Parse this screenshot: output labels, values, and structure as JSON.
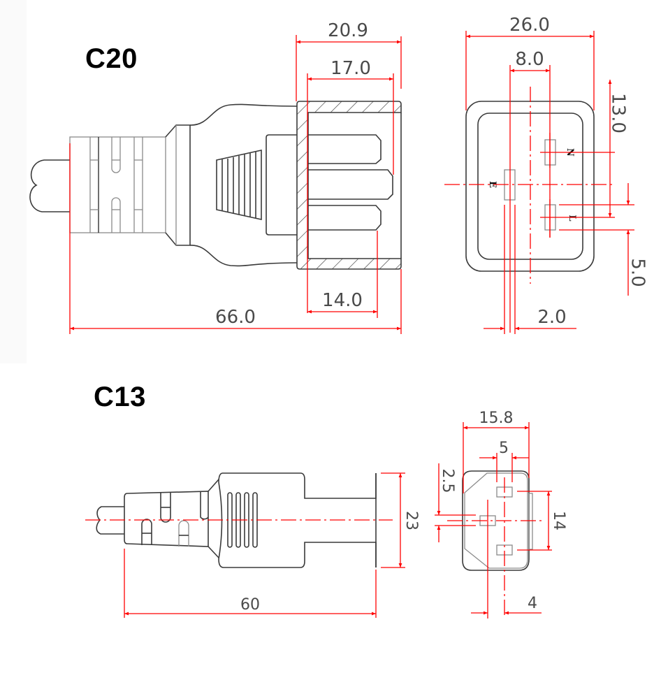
{
  "diagrams": {
    "c20": {
      "title": "C20",
      "side_view": {
        "overall_length": "66.0",
        "housing_depth": "20.9",
        "inner_depth": "17.0",
        "pin_length": "14.0"
      },
      "front_view": {
        "width": "26.0",
        "pin_spacing": "8.0",
        "pin_vertical_offset": "13.0",
        "pin_width": "5.0",
        "earth_pin_thickness": "2.0",
        "pin_labels": {
          "neutral": "N",
          "line": "L",
          "earth": "E"
        }
      }
    },
    "c13": {
      "title": "C13",
      "side_view": {
        "overall_length": "60",
        "height": "23"
      },
      "front_view": {
        "width": "15.8",
        "pin_spacing": "5",
        "earth_pin_width": "2.5",
        "pin_vertical_spacing": "14",
        "earth_offset": "4"
      }
    }
  },
  "colors": {
    "dimension": "#ff0000",
    "outline": "#3a3a3a",
    "text": "#4a4a4a",
    "title": "#000000"
  }
}
